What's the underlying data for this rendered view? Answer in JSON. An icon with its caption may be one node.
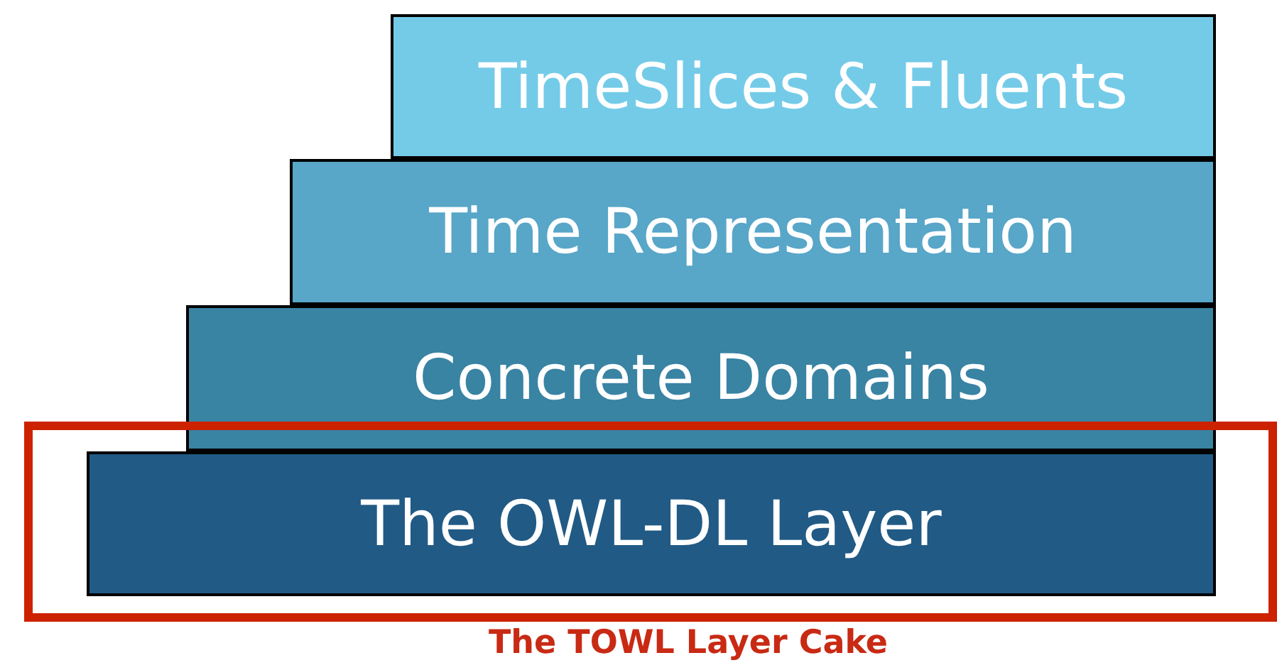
{
  "diagram": {
    "caption": "The TOWL Layer Cake",
    "nodes": [
      {
        "text": [
          "TimeSlices & Fluents"
        ]
      },
      {
        "text": [
          "Time Representation"
        ]
      },
      {
        "text": [
          "Concrete Domains"
        ]
      },
      {
        "text": [
          "The OWL-DL Layer"
        ]
      }
    ]
  }
}
